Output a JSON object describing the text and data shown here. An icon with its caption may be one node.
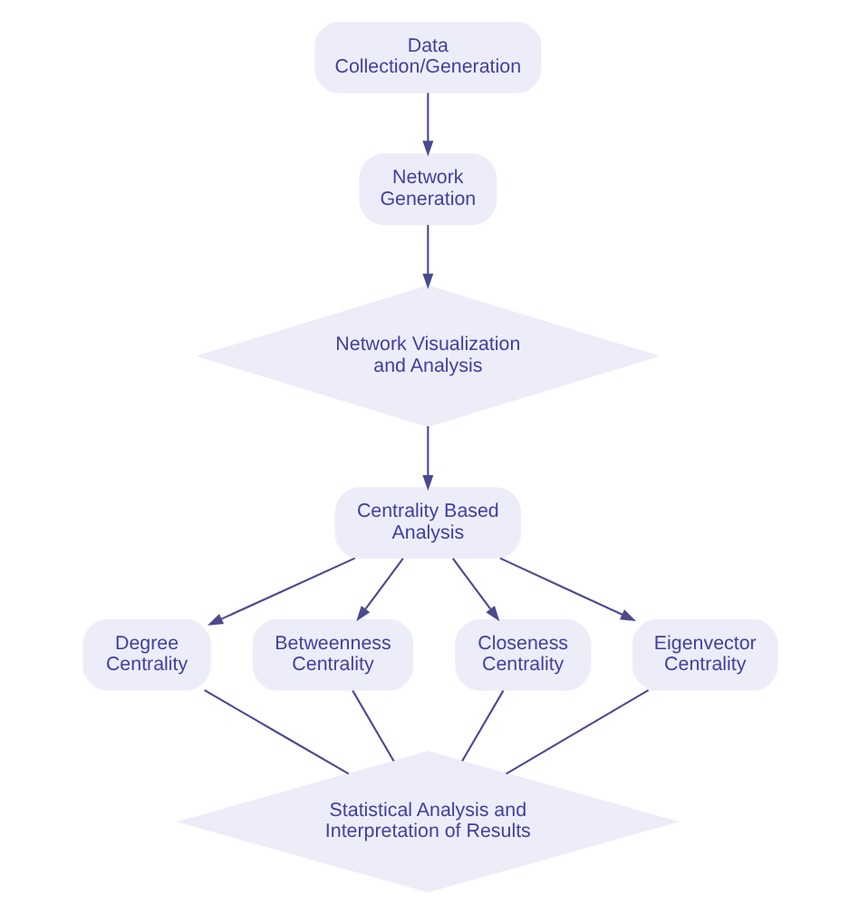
{
  "diagram": {
    "nodes": [
      {
        "text": [
          "Data Collection/Generation"
        ]
      },
      {
        "text": [
          "Network Generation"
        ]
      },
      {
        "text": [
          "Network Visualization and Analysis"
        ]
      },
      {
        "text": [
          "Centrality Based Analysis"
        ]
      },
      {
        "text": [
          "Degree Centrality"
        ]
      },
      {
        "text": [
          "Betweenness Centrality"
        ]
      },
      {
        "text": [
          "Closeness Centrality"
        ]
      },
      {
        "text": [
          "Eigenvector Centrality"
        ]
      },
      {
        "text": [
          "Statistical Analysis and Interpretation of Results"
        ]
      }
    ],
    "edges": [
      {
        "from": 0,
        "to": 1,
        "arrow": "to"
      },
      {
        "from": 1,
        "to": 2,
        "arrow": "to"
      },
      {
        "from": 2,
        "to": 3,
        "arrow": "to"
      },
      {
        "from": 3,
        "to": 4,
        "arrow": "to"
      },
      {
        "from": 3,
        "to": 5,
        "arrow": "to"
      },
      {
        "from": 3,
        "to": 6,
        "arrow": "to"
      },
      {
        "from": 3,
        "to": 7,
        "arrow": "to"
      },
      {
        "from": 4,
        "to": 8,
        "arrow": "none"
      },
      {
        "from": 5,
        "to": 8,
        "arrow": "none"
      },
      {
        "from": 6,
        "to": 8,
        "arrow": "none"
      },
      {
        "from": 7,
        "to": 8,
        "arrow": "none"
      }
    ]
  }
}
